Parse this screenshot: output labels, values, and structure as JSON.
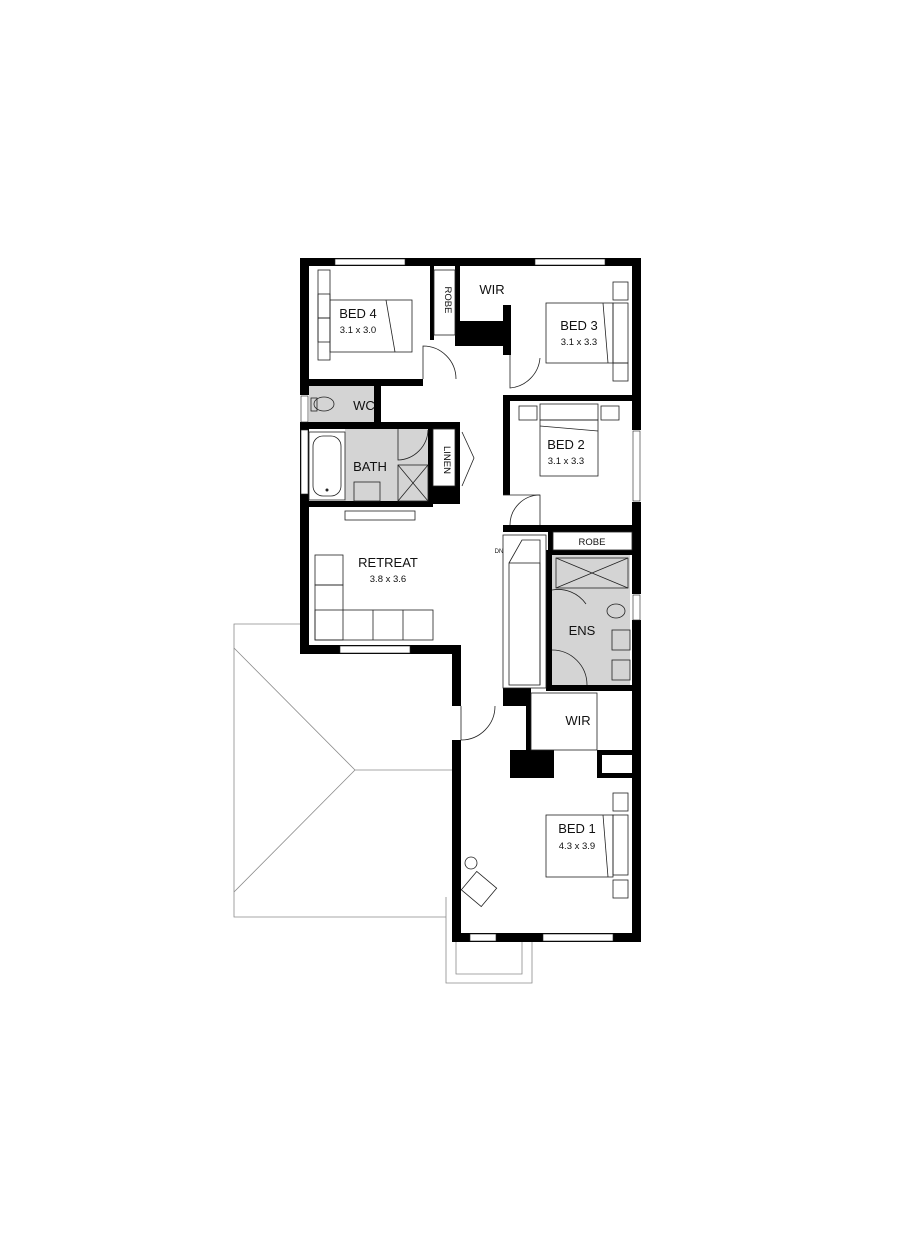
{
  "rooms": {
    "bed4": {
      "name": "BED 4",
      "size": "3.1 x 3.0"
    },
    "robe4": {
      "name": "ROBE"
    },
    "wir3": {
      "name": "WIR"
    },
    "bed3": {
      "name": "BED 3",
      "size": "3.1 x 3.3"
    },
    "wc": {
      "name": "WC"
    },
    "bath": {
      "name": "BATH"
    },
    "linen": {
      "name": "LINEN"
    },
    "bed2": {
      "name": "BED 2",
      "size": "3.1 x 3.3"
    },
    "robe2": {
      "name": "ROBE"
    },
    "retreat": {
      "name": "RETREAT",
      "size": "3.8 x 3.6"
    },
    "stair": {
      "name": "DN"
    },
    "ens": {
      "name": "ENS"
    },
    "wir1": {
      "name": "WIR"
    },
    "bed1": {
      "name": "BED 1",
      "size": "4.3 x 3.9"
    }
  },
  "colors": {
    "wall": "#000000",
    "wet_area": "#d4d4d4",
    "roof_line": "#8a8a8a"
  }
}
